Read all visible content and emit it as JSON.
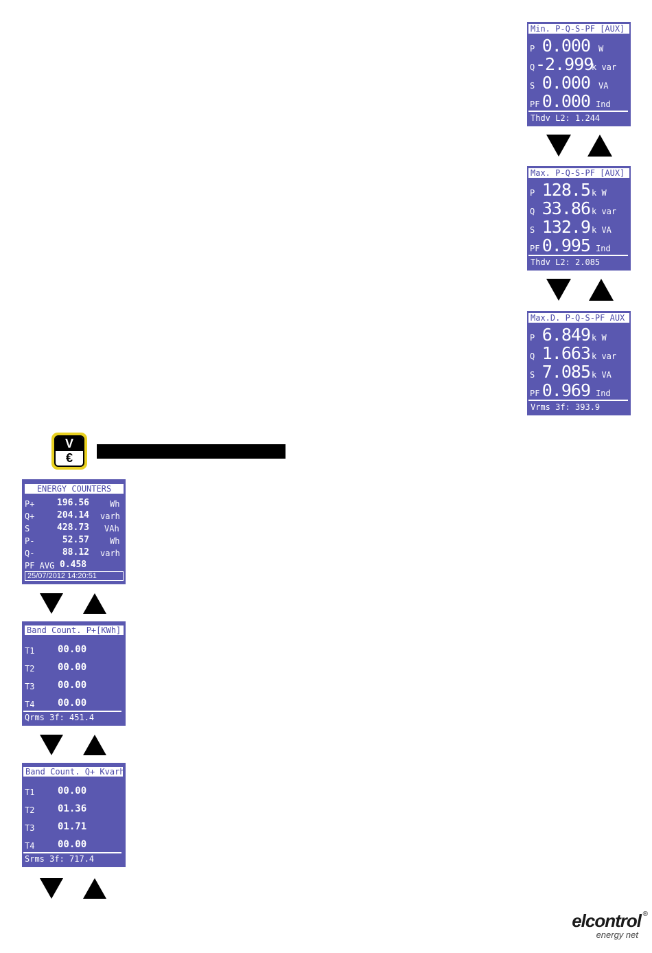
{
  "screen_min": {
    "title": "Min. P-Q-S-PF [AUX]",
    "rows": [
      {
        "label": "P",
        "value": "0.000",
        "unit": "W"
      },
      {
        "label": "Q",
        "value": "-2.999",
        "unit": "k var"
      },
      {
        "label": "S",
        "value": "0.000",
        "unit": "VA"
      },
      {
        "label": "PF",
        "value": "0.000",
        "unit": "Ind"
      }
    ],
    "footer": "Thdv L2: 1.244"
  },
  "screen_max": {
    "title": "Max. P-Q-S-PF [AUX]",
    "rows": [
      {
        "label": "P",
        "value": "128.5",
        "unit": "k W"
      },
      {
        "label": "Q",
        "value": "33.86",
        "unit": "k var"
      },
      {
        "label": "S",
        "value": "132.9",
        "unit": "k VA"
      },
      {
        "label": "PF",
        "value": "0.995",
        "unit": "Ind"
      }
    ],
    "footer": "Thdv L2: 2.085"
  },
  "screen_maxd": {
    "title": "Max.D. P-Q-S-PF AUX",
    "rows": [
      {
        "label": "P",
        "value": "6.849",
        "unit": "k W"
      },
      {
        "label": "Q",
        "value": "1.663",
        "unit": "k var"
      },
      {
        "label": "S",
        "value": "7.085",
        "unit": "k VA"
      },
      {
        "label": "PF",
        "value": "0.969",
        "unit": "Ind"
      }
    ],
    "footer": "Vrms 3f: 393.9"
  },
  "section_icon": {
    "top": "V",
    "bottom": "€"
  },
  "screen_energy": {
    "title": "ENERGY COUNTERS",
    "rows": [
      {
        "label": "P+",
        "value": "196.56",
        "unit": "Wh"
      },
      {
        "label": "Q+",
        "value": "204.14",
        "unit": "varh"
      },
      {
        "label": "S",
        "value": "428.73",
        "unit": "VAh"
      },
      {
        "label": "P-",
        "value": "52.57",
        "unit": "Wh"
      },
      {
        "label": "Q-",
        "value": "88.12",
        "unit": "varh"
      },
      {
        "label": "PF AVG",
        "value": "0.458",
        "unit": ""
      }
    ],
    "footer": "25/07/2012 14:20:51"
  },
  "screen_band_p": {
    "title": "Band Count. P+[KWh]",
    "rows": [
      {
        "label": "T1",
        "value": "00.00"
      },
      {
        "label": "T2",
        "value": "00.00"
      },
      {
        "label": "T3",
        "value": "00.00"
      },
      {
        "label": "T4",
        "value": "00.00"
      }
    ],
    "footer": "Qrms 3f: 451.4"
  },
  "screen_band_q": {
    "title": "Band Count. Q+ Kvarh",
    "rows": [
      {
        "label": "T1",
        "value": "00.00"
      },
      {
        "label": "T2",
        "value": "01.36"
      },
      {
        "label": "T3",
        "value": "01.71"
      },
      {
        "label": "T4",
        "value": "00.00"
      }
    ],
    "footer": "Srms 3f: 717.4"
  },
  "brand": {
    "name": "elcontrol",
    "registered": "®",
    "tagline": "energy net"
  },
  "colors": {
    "lcd_background": "#5a58b0",
    "lcd_text": "#ffffff",
    "icon_border": "#e8d020"
  }
}
